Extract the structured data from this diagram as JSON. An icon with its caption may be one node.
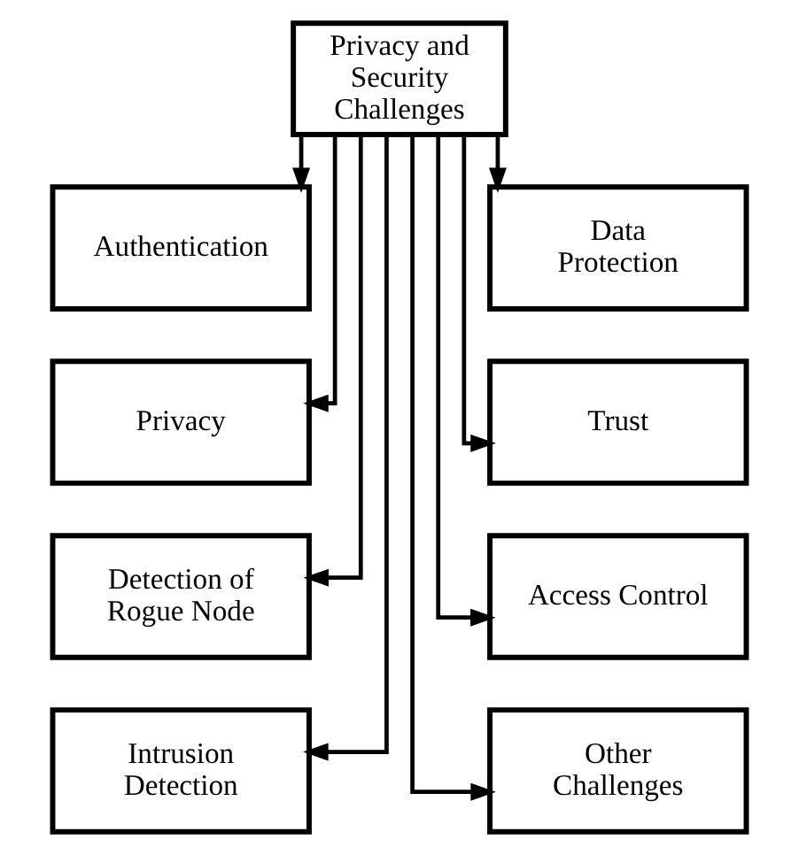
{
  "diagram": {
    "nodes": [
      {
        "text": [
          "Privacy and Security Challenges"
        ]
      },
      {
        "text": [
          "Authentication"
        ]
      },
      {
        "text": [
          "Data Protection"
        ]
      },
      {
        "text": [
          "Privacy"
        ]
      },
      {
        "text": [
          "Trust"
        ]
      },
      {
        "text": [
          "Detection of Rogue Node"
        ]
      },
      {
        "text": [
          "Access Control"
        ]
      },
      {
        "text": [
          "Intrusion Detection"
        ]
      },
      {
        "text": [
          "Other Challenges"
        ]
      }
    ],
    "edges": [
      {
        "from": 0,
        "to": 1,
        "arrow": "to"
      },
      {
        "from": 0,
        "to": 3,
        "arrow": "to"
      },
      {
        "from": 0,
        "to": 5,
        "arrow": "to"
      },
      {
        "from": 0,
        "to": 7,
        "arrow": "to"
      },
      {
        "from": 0,
        "to": 2,
        "arrow": "to"
      },
      {
        "from": 0,
        "to": 4,
        "arrow": "to"
      },
      {
        "from": 0,
        "to": 6,
        "arrow": "to"
      },
      {
        "from": 0,
        "to": 8,
        "arrow": "to"
      }
    ]
  }
}
